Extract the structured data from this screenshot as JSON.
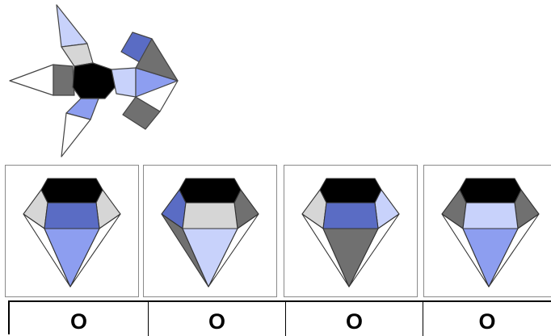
{
  "colors": {
    "black": "#000000",
    "dark_gray": "#707070",
    "light_gray": "#d6d6d6",
    "light_blue": "#c8d2fb",
    "mid_blue": "#8d9ef0",
    "dark_blue": "#5a6cc4",
    "white": "#ffffff"
  },
  "answers": [
    {
      "label": "O"
    },
    {
      "label": "O"
    },
    {
      "label": "O"
    },
    {
      "label": "O"
    }
  ]
}
